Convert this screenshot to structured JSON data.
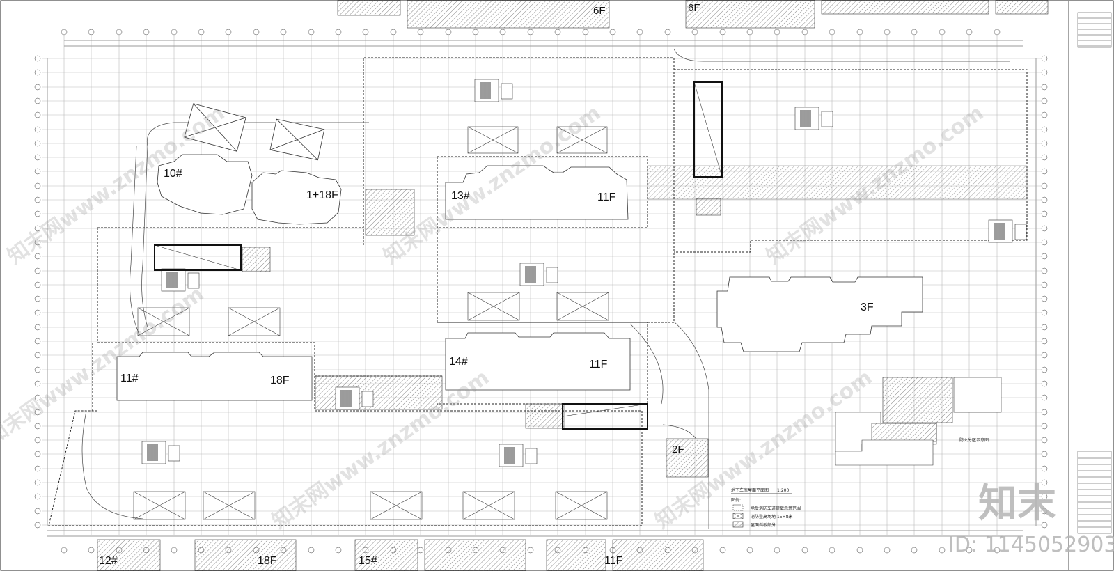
{
  "plan": {
    "building_labels": [
      "6F",
      "6F",
      "10#",
      "1+18F",
      "13#",
      "11F",
      "3F",
      "14#",
      "11F",
      "11#",
      "18F",
      "2F",
      "12#",
      "18F",
      "15#",
      "11F"
    ]
  },
  "legend": {
    "title": "地下车库屋面平面图",
    "scale": "1:200",
    "heading": "图例:",
    "items": [
      "承受消防车道荷载示意范围",
      "消防登高场地 15×8米",
      "屋面斜板部分"
    ]
  },
  "fire_zone": {
    "title": "防火分区示意图"
  },
  "watermark": {
    "text": "知末网www.znzmo.com",
    "brand": "知末",
    "id": "ID: 1145052903"
  }
}
